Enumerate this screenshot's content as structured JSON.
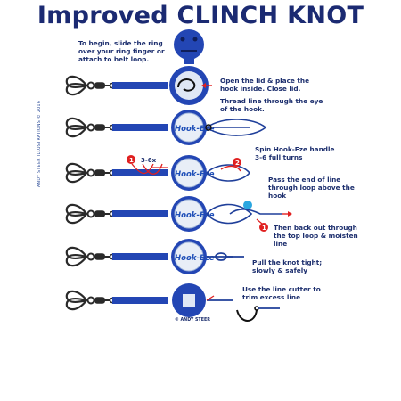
{
  "title": "Improved CLINCH KNOT",
  "instructions": [
    "To begin, slide the ring over your ring finger or attach to belt loop.",
    "Open the lid & place the hook inside. Close lid.",
    "Thread line through the eye of the hook.",
    "Spin Hook-Eze handle 3-6 full turns",
    "Pass the end of line through loop above the hook",
    "Then back out through the top loop & moisten  line",
    "Pull the knot tight; slowly & safely",
    "Use the line cutter to trim excess line"
  ],
  "labels": {
    "turns": "3-6x",
    "brand": "Hook-Eze",
    "maker": "© ANDY STEER",
    "step_1": "1",
    "step_2": "2",
    "credit": "ANDY STEER ILLUSTRATIONS © 2016"
  },
  "colors": {
    "title": "#1b2a72",
    "device_blue": "#2346b4",
    "line_blue": "#1f3f9a",
    "swivel_black": "#2a2a2a",
    "arrow_red": "#e02020",
    "water_drop": "#2aa6e0"
  }
}
